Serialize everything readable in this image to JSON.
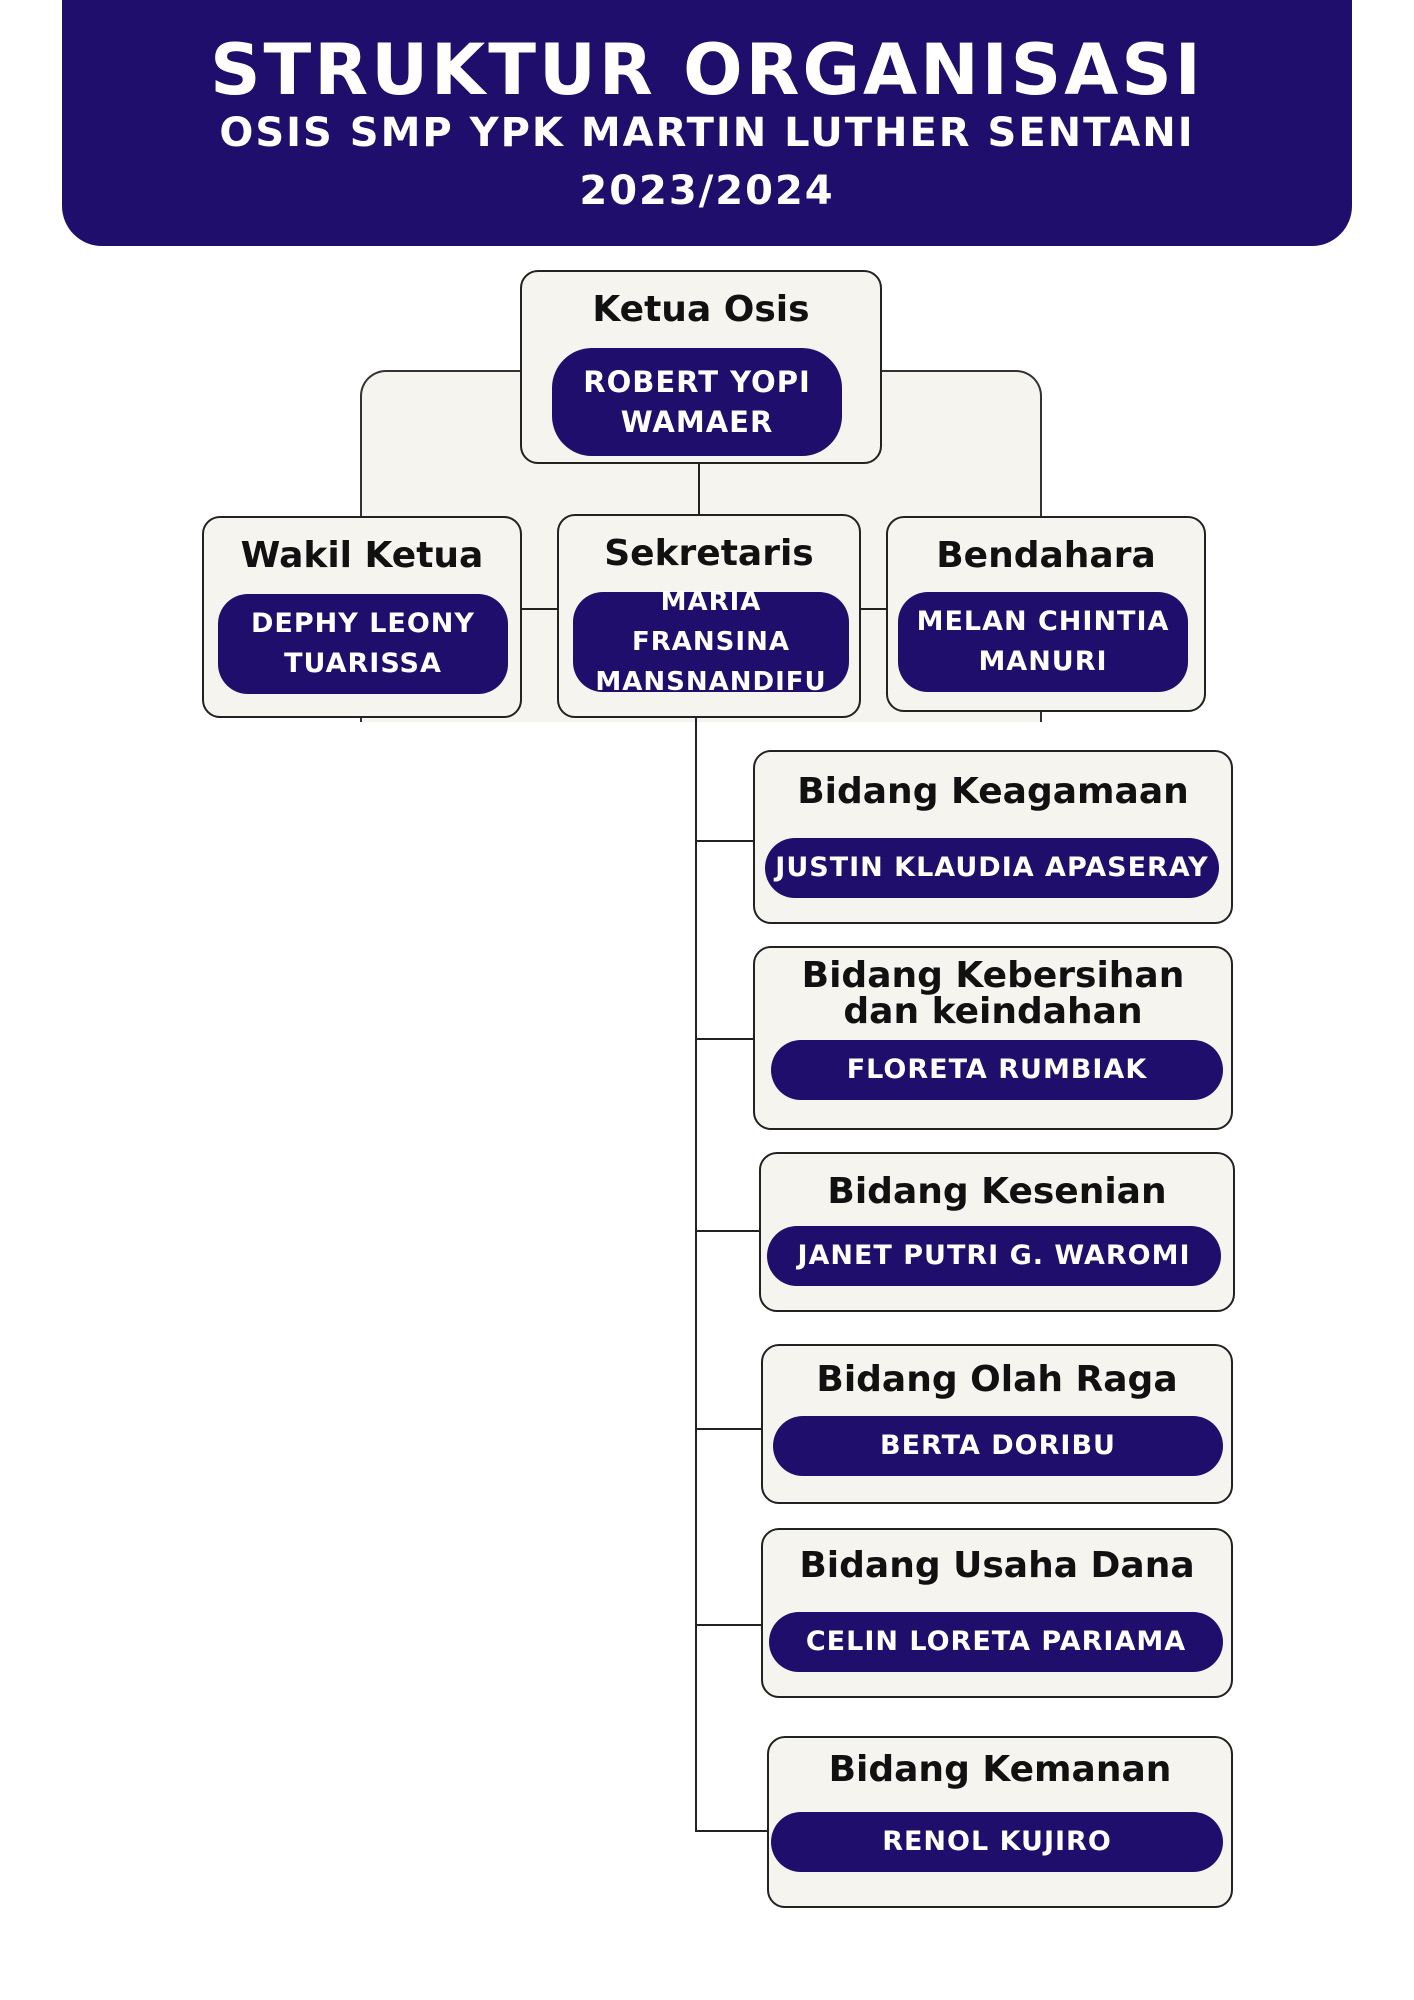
{
  "header": {
    "title": "STRUKTUR ORGANISASI",
    "subtitle": "OSIS SMP YPK MARTIN LUTHER SENTANI",
    "year": "2023/2024"
  },
  "leadership": {
    "ketua": {
      "role": "Ketua Osis",
      "name": "ROBERT YOPI WAMAER"
    },
    "wakil": {
      "role": "Wakil Ketua",
      "name": "DEPHY LEONY TUARISSA"
    },
    "sekretaris": {
      "role": "Sekretaris",
      "name": "MARIA FRANSINA MANSNANDIFU"
    },
    "bendahara": {
      "role": "Bendahara",
      "name": "MELAN CHINTIA MANURI"
    }
  },
  "bidang": [
    {
      "role": "Bidang Keagamaan",
      "name": "JUSTIN KLAUDIA APASERAY"
    },
    {
      "role": "Bidang Kebersihan dan keindahan",
      "name": "FLORETA RUMBIAK"
    },
    {
      "role": "Bidang Kesenian",
      "name": "JANET PUTRI G. WAROMI"
    },
    {
      "role": "Bidang Olah Raga",
      "name": "BERTA DORIBU"
    },
    {
      "role": "Bidang Usaha Dana",
      "name": "CELIN LORETA PARIAMA"
    },
    {
      "role": "Bidang Kemanan",
      "name": "RENOL KUJIRO"
    }
  ],
  "colors": {
    "primary": "#1f0e6b",
    "card": "#f6f4ee",
    "text_on_primary": "#ffffff"
  }
}
